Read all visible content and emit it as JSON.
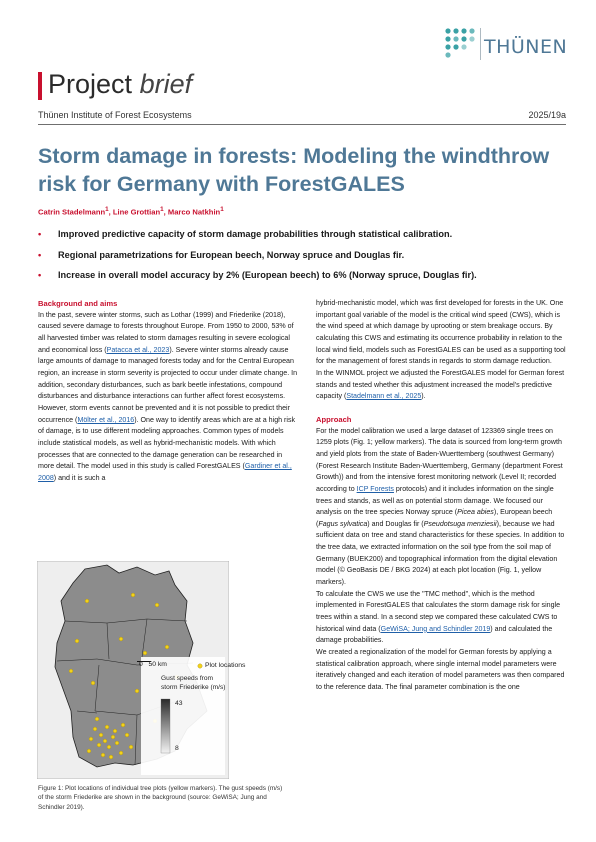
{
  "header": {
    "logo_text": "THÜNEN",
    "brief_word1": "Project",
    "brief_word2": "brief",
    "institute": "Thünen Institute of Forest Ecosystems",
    "issue": "2025/19a"
  },
  "title": "Storm damage in forests: Modeling the windthrow risk for Germany with ForestGALES",
  "authors": [
    {
      "name": "Catrin Stadelmann",
      "sup": "1"
    },
    {
      "name": "Line Grottian",
      "sup": "1"
    },
    {
      "name": "Marco Natkhin",
      "sup": "1"
    }
  ],
  "bullets": [
    "Improved predictive capacity of storm damage probabilities through statistical calibration.",
    "Regional parametrizations for European beech, Norway spruce and Douglas fir.",
    "Increase in overall model accuracy by 2% (European beech) to 6% (Norway spruce, Douglas fir)."
  ],
  "col1": {
    "heading": "Background and aims",
    "p1_a": "In the past, severe winter storms, such as Lothar (1999) and Friederike (2018), caused severe damage to forests throughout Europe. From 1950 to 2000, 53% of all harvested timber was related to storm damages resulting in severe ecological and economical loss (",
    "p1_link1": "Patacca et al., 2023",
    "p1_b": "). Severe winter storms already cause large amounts of damage to managed forests today and for the Central European region, an increase in storm severity is projected to occur under climate change. In addition, secondary disturbances, such as bark beetle infestations, compound disturbances and disturbance interactions can further affect forest ecosystems. However, storm events cannot be prevented and it is not possible to predict their occurrence (",
    "p1_link2": "Mölter et al., 2016",
    "p1_c": "). One way to identify areas which are at a high risk of damage, is to use different modeling approaches. Common types of models include statistical models, as well as hybrid-mechanistic models. With which processes that are connected to the damage generation can be researched in more detail. The model used in this study is called ForestGALES (",
    "p1_link3": "Gardiner et al., 2008",
    "p1_d": ") and it is such a"
  },
  "map": {
    "legend_plots": "Plot locations",
    "legend_gust": "Gust speeds from storm Friederike (m/s)",
    "legend_max": "43",
    "legend_min": "8",
    "scale_label": "0   50 km"
  },
  "caption": "Figure 1: Plot locations of individual tree plots (yellow markers). The gust speeds (m/s) of the storm Friederike are shown in the background (source: GeWiSA; Jung and Schindler 2019).",
  "col2": {
    "p1_a": "hybrid-mechanistic model, which was first developed for forests in the UK. One important goal variable of the model is the critical wind speed (CWS), which is the wind speed at which damage by uprooting or stem breakage occurs. By calculating this CWS and estimating its occurrence probability in relation to the local wind field, models such as ForestGALES can be used as a supporting tool for the management of forest stands in regards to storm damage reduction.",
    "p2_a": "In the WINMOL project we adjusted the ForestGALES model for German forest stands and tested whether this adjustment increased the model's predictive capacity (",
    "p2_link": "Stadelmann et al., 2025",
    "p2_b": ").",
    "heading": "Approach",
    "p3_a": "For the model calibration we used a large dataset of 123369 single trees on 1259 plots (Fig. 1; yellow markers). The data is sourced from long-term growth and yield plots from the state of Baden-Wuerttemberg (southwest Germany) (Forest Research Institute Baden-Wuerttemberg, Germany (department Forest Growth)) and from the intensive forest monitoring network (Level II; recorded according to ",
    "p3_link1": "ICP Forests",
    "p3_b": " protocols) and it includes information on the single trees and stands, as well as on potential storm damage. We focused our analysis on the tree species Norway spruce (",
    "p3_i1": "Picea abies",
    "p3_c": "), European beech (",
    "p3_i2": "Fagus sylvatica",
    "p3_d": ") and Douglas fir (",
    "p3_i3": "Pseudotsuga menziesii",
    "p3_e": "), because we had sufficient data on tree and stand characteristics for these species. In addition to the tree data, we extracted information on the soil type from the soil map of Germany (BUEK200) and topographical information from the digital elevation model (© GeoBasis DE / BKG 2024) at each plot location (Fig. 1, yellow markers).",
    "p4_a": "To calculate the CWS we use the \"TMC method\", which is the method implemented in ForestGALES that calculates the storm damage risk for single trees within a stand. In a second step we compared these calculated CWS to historical wind data (",
    "p4_link": "GeWiSA; Jung and Schindler 2019",
    "p4_b": ") and calculated the damage probabilities.",
    "p5_a": "We created a regionalization of the model for German forests by applying a statistical calibration approach, where single internal model parameters were iteratively changed and each iteration of model parameters was then compared to the reference data. The final parameter combination is the one"
  },
  "colors": {
    "accent_red": "#c8102e",
    "title_blue": "#4f7896",
    "link_blue": "#1f5fa8",
    "logo_teal": "#3aa1a5",
    "marker_yellow": "#f2d21b"
  }
}
